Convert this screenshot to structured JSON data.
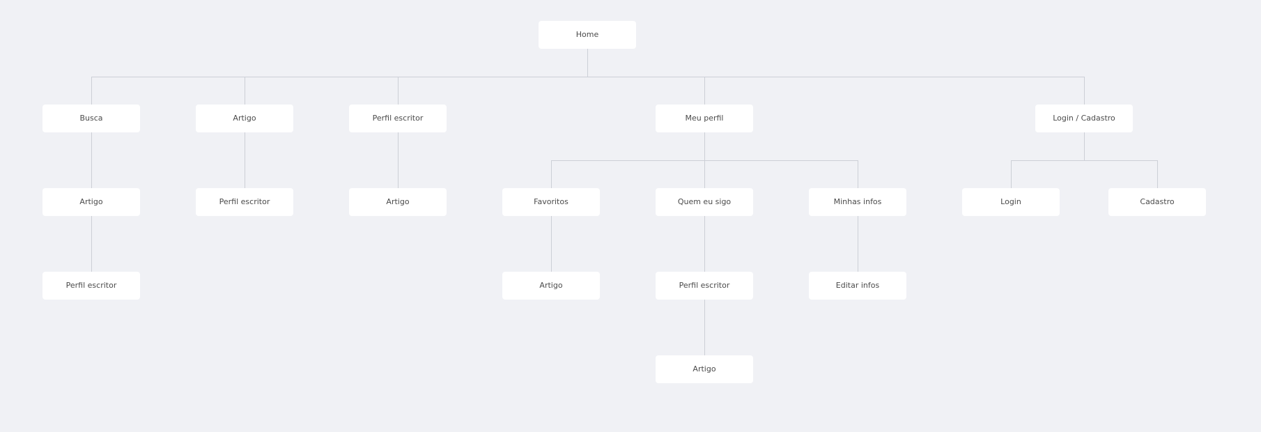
{
  "sitemap": {
    "home": "Home",
    "busca": "Busca",
    "busca_artigo": "Artigo",
    "busca_artigo_perfil": "Perfil escritor",
    "artigo": "Artigo",
    "artigo_perfil": "Perfil escritor",
    "perfil_escritor": "Perfil escritor",
    "perfil_escritor_artigo": "Artigo",
    "meu_perfil": "Meu perfil",
    "favoritos": "Favoritos",
    "favoritos_artigo": "Artigo",
    "quem_eu_sigo": "Quem eu sigo",
    "quem_eu_sigo_perfil": "Perfil escritor",
    "quem_eu_sigo_perfil_artigo": "Artigo",
    "minhas_infos": "Minhas infos",
    "editar_infos": "Editar infos",
    "login_cadastro": "Login / Cadastro",
    "login": "Login",
    "cadastro": "Cadastro"
  },
  "colors": {
    "background": "#f0f1f5",
    "node": "#ffffff",
    "connector": "#cccfd6",
    "text": "#4a4a4a"
  }
}
